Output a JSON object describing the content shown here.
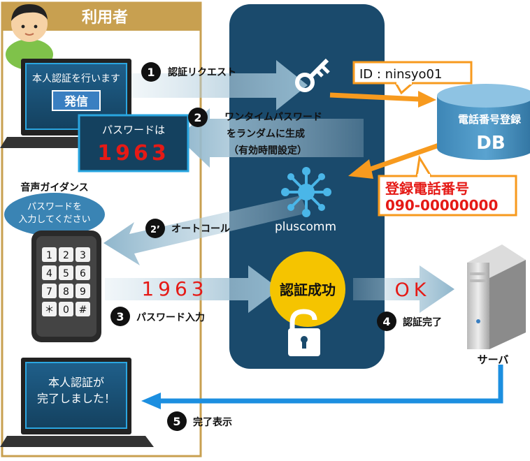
{
  "user_panel": {
    "title": "利用者"
  },
  "laptop_top": {
    "screen_text": "本人認証を行います",
    "send_button": "発信"
  },
  "password_popup": {
    "line1": "パスワードは",
    "code": "1963"
  },
  "voice_guidance": {
    "label": "音声ガイダンス",
    "bubble_line1": "パスワードを",
    "bubble_line2": "入力してください"
  },
  "keypad": {
    "keys": [
      "1",
      "2",
      "3",
      "4",
      "5",
      "6",
      "7",
      "8",
      "9",
      "＊",
      "0",
      "#"
    ]
  },
  "laptop_bottom": {
    "line1": "本人認証が",
    "line2": "完了しました！"
  },
  "steps": {
    "s1": {
      "num": "1",
      "label": "認証リクエスト"
    },
    "s2": {
      "num": "2",
      "line1": "ワンタイムパスワード",
      "line2": "をランダムに生成",
      "line3": "（有効時間設定）"
    },
    "s2b": {
      "num": "2’",
      "label": "オートコール"
    },
    "s3": {
      "num": "3",
      "label": "パスワード入力",
      "code": "1963"
    },
    "s4": {
      "num": "4",
      "label": "認証完了",
      "ok": "OK"
    },
    "s5": {
      "num": "5",
      "label": "完了表示"
    }
  },
  "center": {
    "brand": "pluscomm",
    "success": "認証成功"
  },
  "db": {
    "id_label": "ID : ninsyo01",
    "line1": "電話番号登録",
    "line2": "DB",
    "reg_line1": "登録電話番号",
    "reg_line2": "090-00000000"
  },
  "server": {
    "label": "サーバ"
  },
  "colors": {
    "navy": "#1a4a6c",
    "panel_border": "#c8a050",
    "orange": "#f79a1e",
    "red": "#e51a16",
    "blue": "#1c8fe0",
    "yellow": "#f5c400"
  }
}
